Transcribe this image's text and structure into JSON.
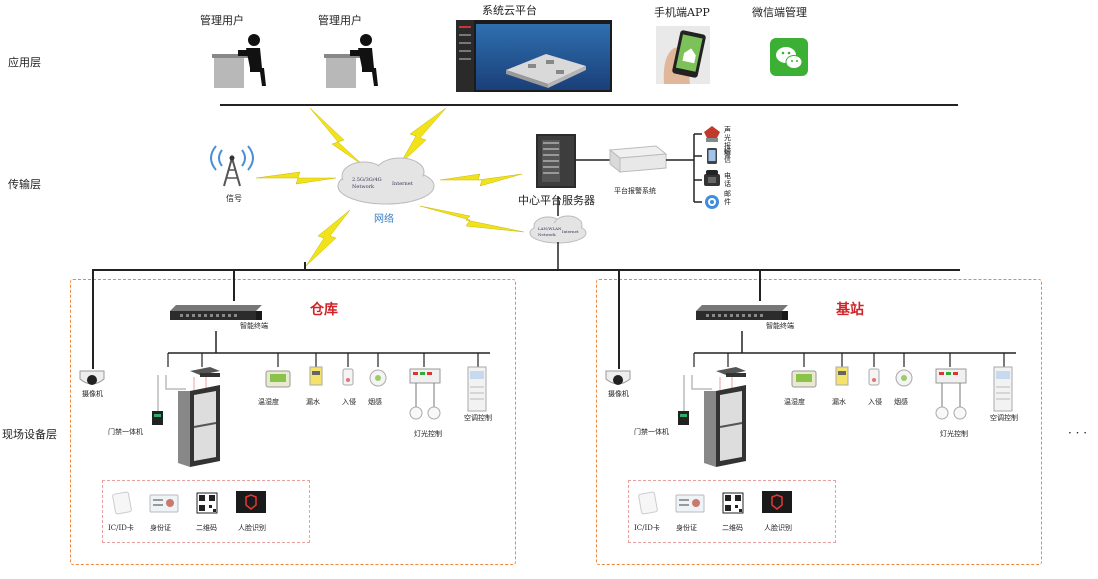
{
  "layers": {
    "application": "应用层",
    "transport": "传输层",
    "field": "现场设备层"
  },
  "application": {
    "admin_user_1": "管理用户",
    "admin_user_2": "管理用户",
    "cloud_platform": "系统云平台",
    "mobile_app": "手机端APP",
    "wechat": "微信端管理"
  },
  "transport": {
    "signal": "信号",
    "network": "网络",
    "cloud_text_1": "2.5G/3G/4G",
    "cloud_text_2": "Network",
    "cloud_text_3": "Internet",
    "cloud2_text_1": "LAN/WLAN",
    "cloud2_text_2": "Network",
    "cloud2_text_3": "Internet",
    "server": "中心平台服务器",
    "alarm_system": "平台报警系统",
    "alarm_outputs": [
      "声光报警",
      "短信",
      "电话",
      "邮件"
    ]
  },
  "sites": [
    {
      "title": "仓库",
      "terminal": "智能终端",
      "camera": "摄像机",
      "door_access": "门禁一体机",
      "temp_humidity": "温湿度",
      "water_leak": "漏水",
      "intrusion": "入侵",
      "smoke": "烟感",
      "lighting": "灯光控制",
      "ac": "空调控制",
      "id_methods": [
        "IC/ID卡",
        "身份证",
        "二维码",
        "人脸识别"
      ]
    },
    {
      "title": "基站",
      "terminal": "智能终端",
      "camera": "摄像机",
      "door_access": "门禁一体机",
      "temp_humidity": "温湿度",
      "water_leak": "漏水",
      "intrusion": "入侵",
      "smoke": "烟感",
      "lighting": "灯光控制",
      "ac": "空调控制",
      "id_methods": [
        "IC/ID卡",
        "身份证",
        "二维码",
        "人脸识别"
      ]
    }
  ],
  "more": "· · ·",
  "colors": {
    "site_title": "#d0232a",
    "dashed_border": "#f0883e",
    "lightning": "#f2e21a",
    "network_label": "#3a7fc4"
  }
}
